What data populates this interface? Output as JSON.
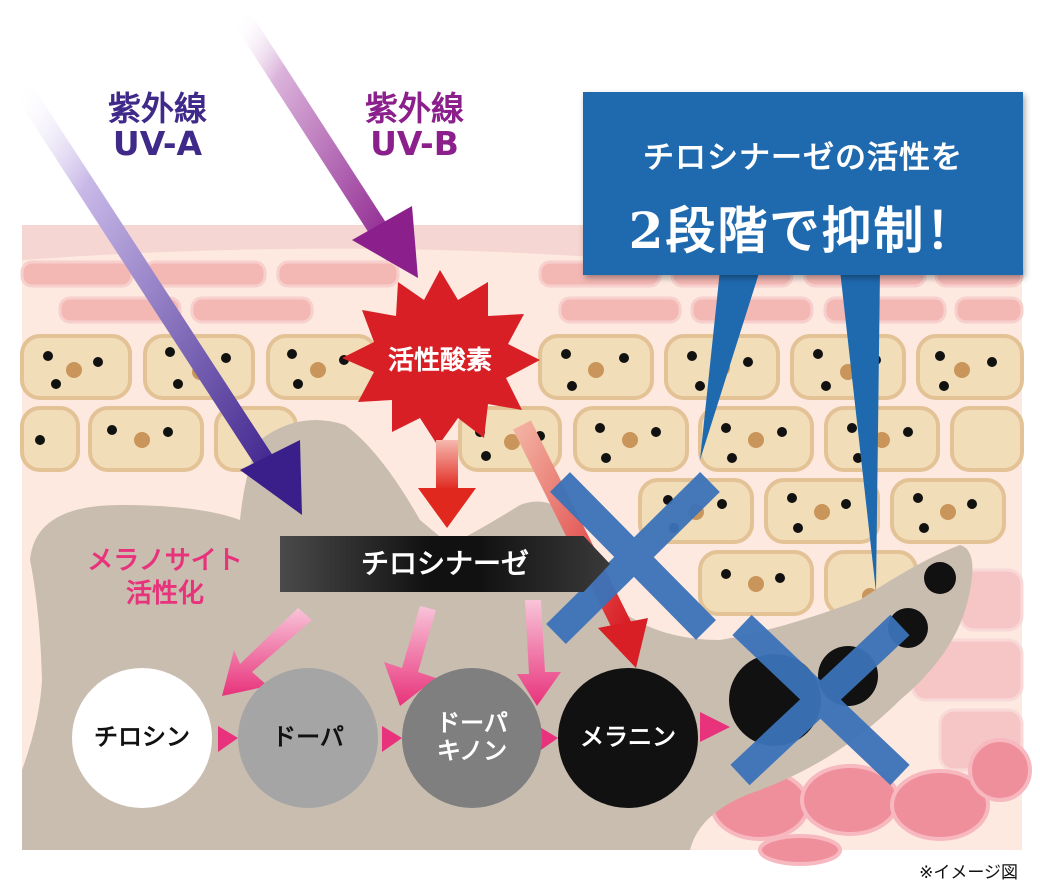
{
  "uv_a": {
    "line1": "紫外線",
    "line2": "UV-A"
  },
  "uv_b": {
    "line1": "紫外線",
    "line2": "UV-B"
  },
  "callout": {
    "line1": "チロシナーゼの活性を",
    "line2": "2段階で抑制！"
  },
  "ros_label": "活性酸素",
  "melanocyte": {
    "line1": "メラノサイト",
    "line2": "活性化"
  },
  "tyrosinase_label": "チロシナーゼ",
  "pathway": {
    "tyrosine": "チロシン",
    "dopa": "ドーパ",
    "dopaquinone_line1": "ドーパ",
    "dopaquinone_line2": "キノン",
    "melanin": "メラニン"
  },
  "note": "※イメージ図",
  "colors": {
    "uva": "#3f2a8a",
    "uvb": "#8b1f8c",
    "callout_bg": "#1f6aaf",
    "ros_burst": "#d81f26",
    "melanocyte_text": "#e8327b",
    "inhibit_x": "#3b73b9",
    "skin_band": "#f4b8b4",
    "cell_fill": "#f1ddb8",
    "melanocyte_body": "#c9bdb0"
  }
}
